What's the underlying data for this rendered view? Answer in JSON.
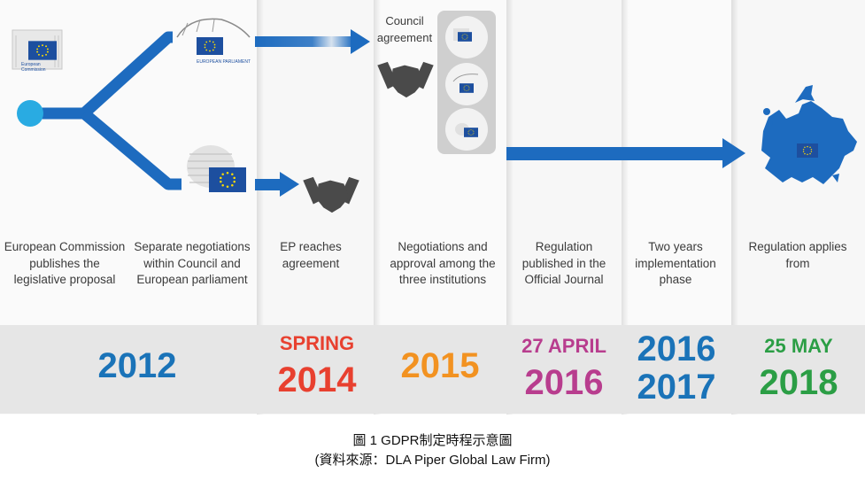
{
  "title": "",
  "institutions": {
    "commission": "European Commission",
    "parliament": "EUROPEAN PARLIAMENT",
    "council_agreement": "Council agreement"
  },
  "steps": [
    {
      "label": "European Commission publishes the legislative proposal"
    },
    {
      "label": "Separate negotiations within Council and European parliament"
    },
    {
      "label": "EP reaches agreement"
    },
    {
      "label": "Negotiations and approval among the three institutions"
    },
    {
      "label": "Regulation published in the Official Journal"
    },
    {
      "label": "Two years implementation phase"
    },
    {
      "label": "Regulation applies from"
    }
  ],
  "years": [
    {
      "top": "",
      "main": "2012",
      "color": "#1a73b8"
    },
    {
      "top": "SPRING",
      "main": "2014",
      "color": "#e8402f"
    },
    {
      "top": "",
      "main": "2015",
      "color": "#f29221"
    },
    {
      "top": "27 APRIL",
      "main": "2016",
      "color": "#b83d8e"
    },
    {
      "top": "2016",
      "main": "2017",
      "color": "#1a73b8"
    },
    {
      "top": "25 MAY",
      "main": "2018",
      "color": "#2b9e45"
    }
  ],
  "colors": {
    "arrow": "#1d6bbf",
    "node": "#29abe2",
    "flag": "#1d4f9f",
    "star": "#ffdd00",
    "handshake": "#4a4a4a"
  },
  "icons": [
    "commission-building-icon",
    "parliament-building-icon",
    "council-building-icon",
    "handshake-icon",
    "europe-map-icon",
    "eu-flag-icon"
  ],
  "caption": {
    "line1": "圖 1 GDPR制定時程示意圖",
    "line2": "(資料來源：DLA Piper Global Law Firm)"
  }
}
